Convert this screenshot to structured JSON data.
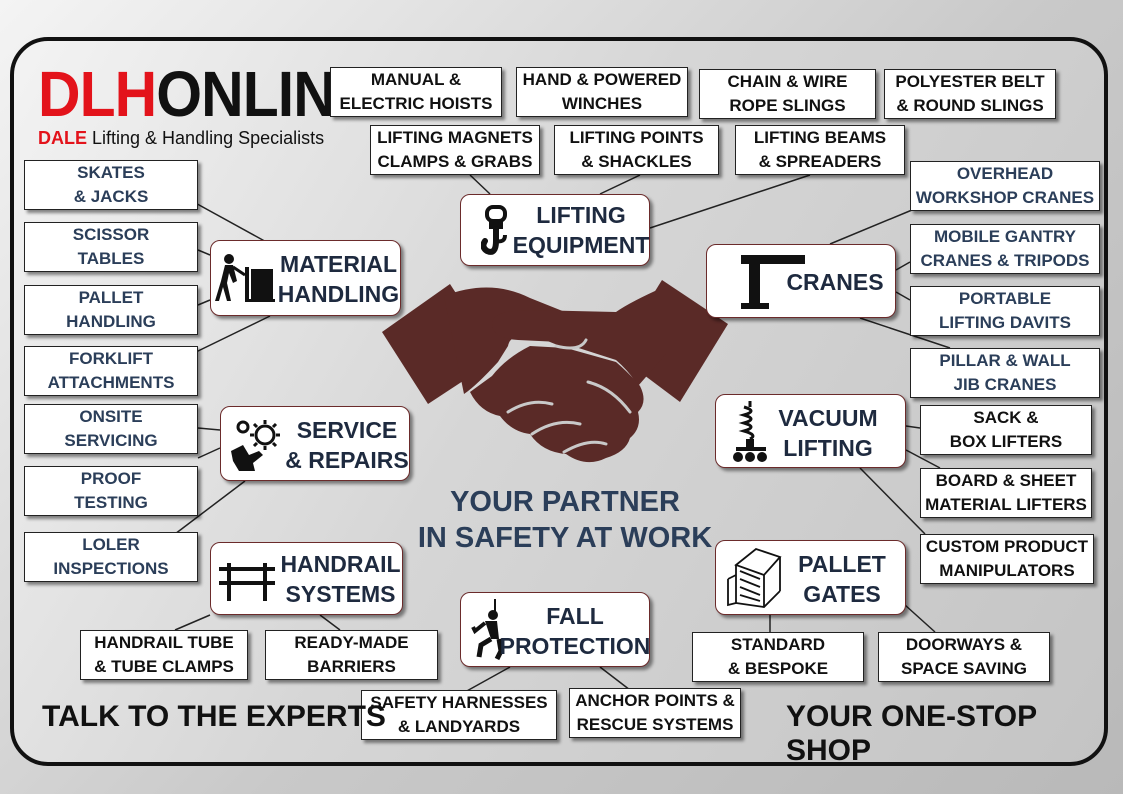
{
  "logo": {
    "brand_red": "DLH",
    "brand_black": "ONLINE",
    "tag_red": "DALE",
    "tag_rest": " Lifting & Handling Specialists"
  },
  "colors": {
    "brand_red": "#e3131b",
    "hand": "#5a2a27",
    "heading_blue": "#2b3e59"
  },
  "hubs": {
    "lifting_equipment": "LIFTING\nEQUIPMENT",
    "cranes": "CRANES",
    "material_handling": "MATERIAL\nHANDLING",
    "vacuum_lifting": "VACUUM\nLIFTING",
    "service_repairs": "SERVICE\n& REPAIRS",
    "pallet_gates": "PALLET\nGATES",
    "handrail_systems": "HANDRAIL\nSYSTEMS",
    "fall_protection": "FALL\nPROTECTION"
  },
  "lifting_items": {
    "hoists": "MANUAL &\nELECTRIC HOISTS",
    "winches": "HAND &  POWERED\nWINCHES",
    "chain_slings": "CHAIN & WIRE\nROPE SLINGS",
    "belt_slings": "POLYESTER  BELT\n& ROUND SLINGS",
    "magnets": "LIFTING MAGNETS\nCLAMPS & GRABS",
    "points": "LIFTING POINTS\n& SHACKLES",
    "beams": "LIFTING BEAMS\n& SPREADERS"
  },
  "crane_items": {
    "overhead": "OVERHEAD\nWORKSHOP CRANES",
    "gantry": "MOBILE GANTRY\nCRANES & TRIPODS",
    "davits": "PORTABLE\nLIFTING DAVITS",
    "jib": "PILLAR & WALL\nJIB CRANES"
  },
  "material_items": {
    "skates": "SKATES\n& JACKS",
    "scissor": "SCISSOR\nTABLES",
    "pallet": "PALLET\nHANDLING",
    "forklift": "FORKLIFT\nATTACHMENTS"
  },
  "service_items": {
    "onsite": "ONSITE\nSERVICING",
    "proof": "PROOF\nTESTING",
    "loler": "LOLER\nINSPECTIONS"
  },
  "vacuum_items": {
    "sack": "SACK &\nBOX LIFTERS",
    "board": "BOARD & SHEET\nMATERIAL LIFTERS",
    "custom": "CUSTOM PRODUCT\nMANIPULATORS"
  },
  "pallet_items": {
    "standard": "STANDARD\n& BESPOKE",
    "doorways": "DOORWAYS &\nSPACE SAVING"
  },
  "handrail_items": {
    "tube": "HANDRAIL TUBE\n& TUBE CLAMPS",
    "barriers": "READY-MADE\nBARRIERS"
  },
  "fall_items": {
    "harness": "SAFETY HARNESSES\n& LANDYARDS",
    "anchor": "ANCHOR POINTS &\nRESCUE SYSTEMS"
  },
  "center_tagline": "YOUR PARTNER\nIN SAFETY AT WORK",
  "footer": {
    "left": "TALK TO THE EXPERTS",
    "right": "YOUR ONE-STOP SHOP"
  },
  "icons": [
    "hook-icon",
    "crane-icon",
    "worker-trolley-icon",
    "vacuum-lifter-icon",
    "gear-hand-icon",
    "pallet-gate-icon",
    "handrail-icon",
    "climber-icon",
    "handshake-icon"
  ]
}
